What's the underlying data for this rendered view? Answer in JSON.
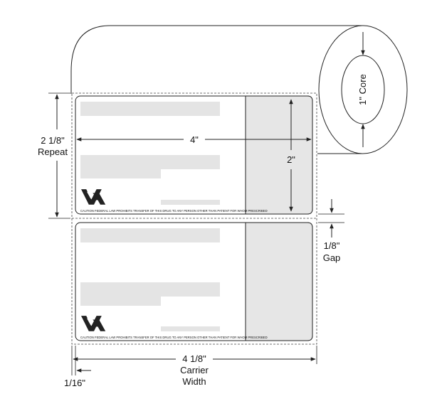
{
  "dimensions": {
    "repeat_value": "2 1/8\"",
    "repeat_label": "Repeat",
    "label_width": "4\"",
    "label_height": "2\"",
    "core": "1\" Core",
    "gap_value": "1/8\"",
    "gap_label": "Gap",
    "carrier_width_value": "4 1/8\"",
    "carrier_label_line1": "Carrier",
    "carrier_label_line2": "Width",
    "edge_margin": "1/16\""
  },
  "labels": [
    {
      "caution_text": "CAUTION FEDERAL LAW PROHIBITS TRANSFER OF THIS DRUG TO ANY PERSON OTHER THAN PATIENT FOR WHOM PRESCRIBED",
      "logo": "va-logo"
    },
    {
      "caution_text": "CAUTION FEDERAL LAW PROHIBITS TRANSFER OF THIS DRUG TO ANY PERSON OTHER THAN PATIENT FOR WHOM PRESCRIBED",
      "logo": "va-logo"
    }
  ],
  "colors": {
    "line": "#222222",
    "placeholder_bar": "#e4e4e4",
    "stub_fill": "#e6e6e6"
  }
}
